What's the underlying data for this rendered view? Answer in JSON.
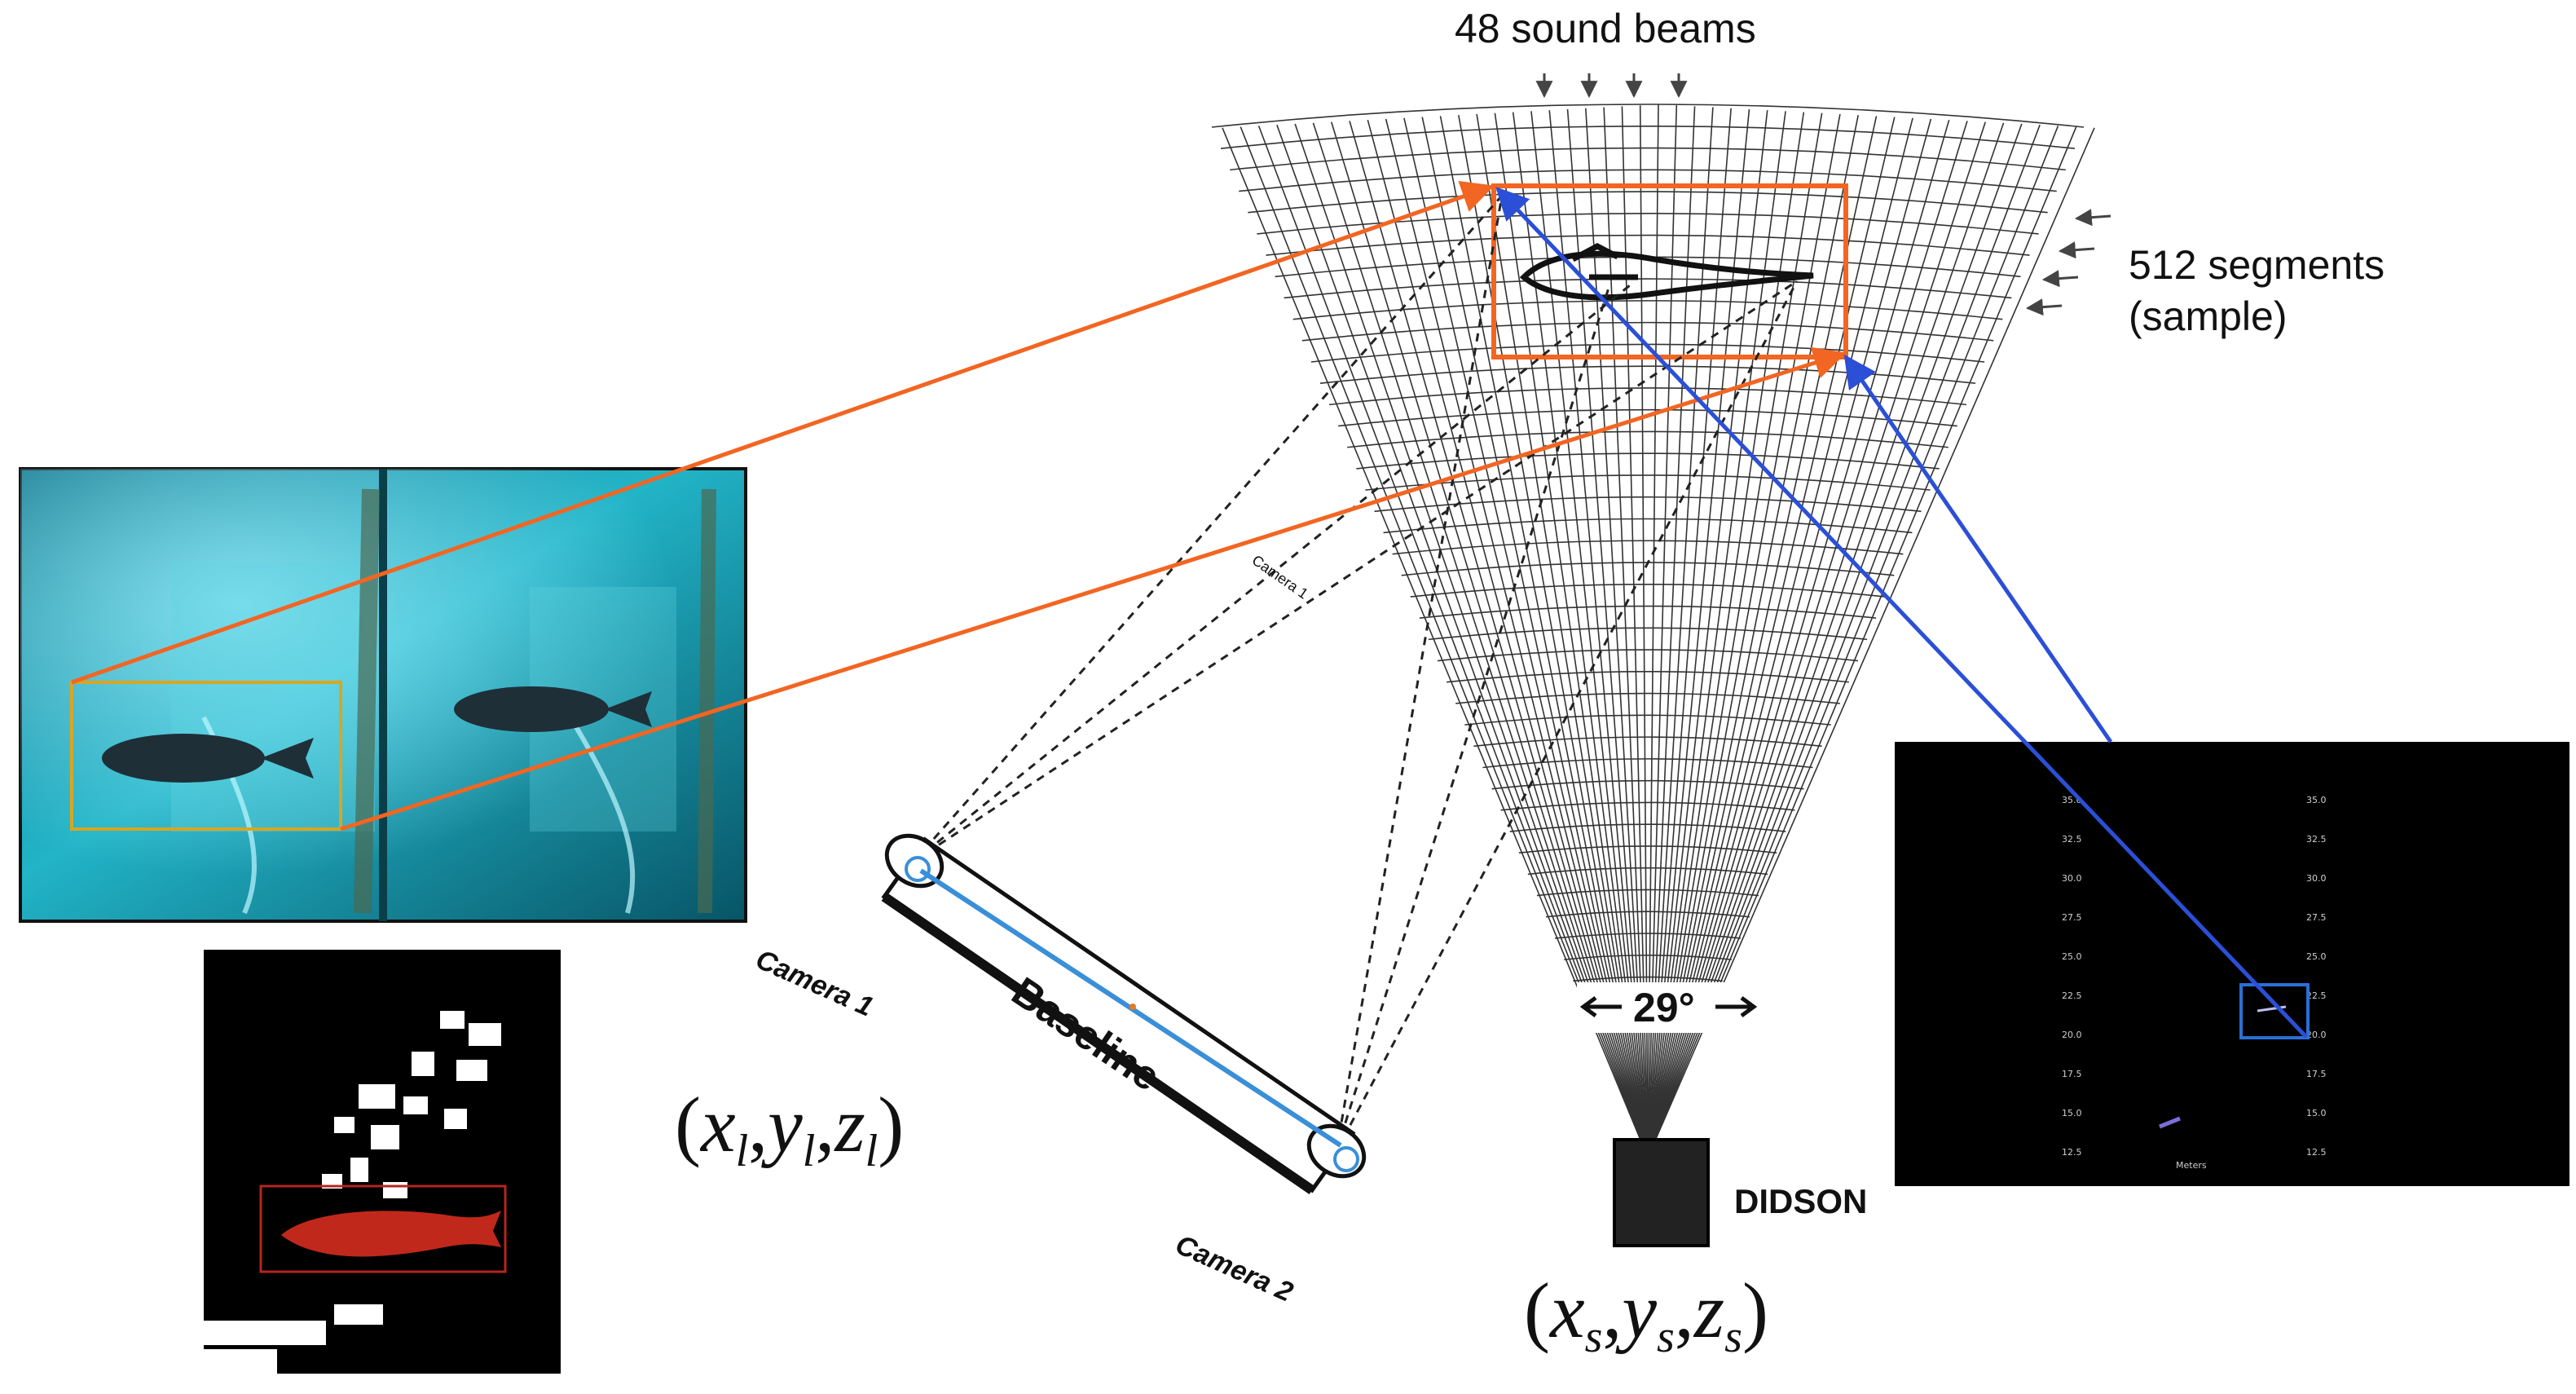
{
  "labels": {
    "sound_beams": "48 sound beams",
    "segments_line1": "512 segments",
    "segments_line2": "(sample)",
    "angle": "29°",
    "didson": "DIDSON",
    "baseline": "Baseline",
    "camera1": "Camera 1",
    "camera2": "Camera 2",
    "camera_small": "Camera 1",
    "coord_cam_open": "(",
    "coord_cam_x": "x",
    "coord_cam_xsub": "l",
    "coord_cam_comma1": ",",
    "coord_cam_y": "y",
    "coord_cam_ysub": "l",
    "coord_cam_comma2": ",",
    "coord_cam_z": "z",
    "coord_cam_zsub": "l",
    "coord_cam_close": ")",
    "coord_son_open": "(",
    "coord_son_x": "x",
    "coord_son_xsub": "s",
    "coord_son_comma1": ",",
    "coord_son_y": "y",
    "coord_son_ysub": "s",
    "coord_son_comma2": ",",
    "coord_son_z": "z",
    "coord_son_zsub": "s",
    "coord_son_close": ")"
  },
  "sonar_ticks_left": [
    "35.0",
    "32.5",
    "30.0",
    "27.5",
    "25.0",
    "22.5",
    "20.0",
    "17.5",
    "15.0",
    "12.5"
  ],
  "sonar_ticks_right": [
    "35.0",
    "32.5",
    "30.0",
    "27.5",
    "25.0",
    "22.5",
    "20.0",
    "17.5",
    "15.0",
    "12.5"
  ],
  "sonar_footer": "Meters",
  "colors": {
    "orange": "#f26522",
    "blue": "#2b4fd6",
    "light_blue": "#3a8fd8",
    "fish_red": "#c0281c",
    "water_teal": "#1fa3b8"
  },
  "icons": {
    "camera_photo": "stereo-underwater-photo",
    "segmentation": "segmentation-mask-image",
    "sonar_image": "didson-sonar-image",
    "didson_device": "didson-device-icon"
  }
}
